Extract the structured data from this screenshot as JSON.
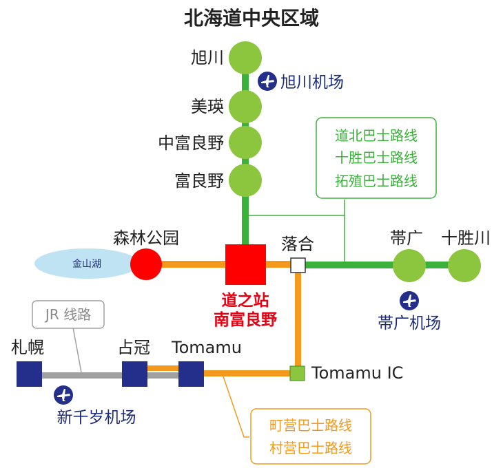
{
  "title": "北海道中央区域",
  "stations": {
    "asahikawa": "旭川",
    "biei": "美瑛",
    "nakafurano": "中富良野",
    "furano": "富良野",
    "forest_park": "森林公园",
    "michi_no_eki": [
      "道之站",
      "南富良野"
    ],
    "ochiai": "落合",
    "obihiro": "帯广",
    "tokachigawa": "十胜川",
    "sapporo": "札幌",
    "shimukappu": "占冠",
    "tomamu": "Tomamu",
    "tomamu_ic": "Tomamu IC"
  },
  "lake": "金山湖",
  "airports": {
    "asahikawa": "旭川机场",
    "obihiro": "帯广机场",
    "new_chitose": "新千岁机场"
  },
  "legends": {
    "bus_green": [
      "道北巴士路线",
      "十胜巴士路线",
      "拓殖巴士路线"
    ],
    "bus_orange": [
      "町营巴士路线",
      "村营巴士路线"
    ],
    "jr": "JR 线路"
  },
  "colors": {
    "green_line": "#3bb03b",
    "green_station": "#8cc63f",
    "orange_line": "#f39a1e",
    "red": "#ff0000",
    "navy": "#1d2c7a",
    "gray_line": "#a0a0a0",
    "lake": "#bfe3f2"
  }
}
